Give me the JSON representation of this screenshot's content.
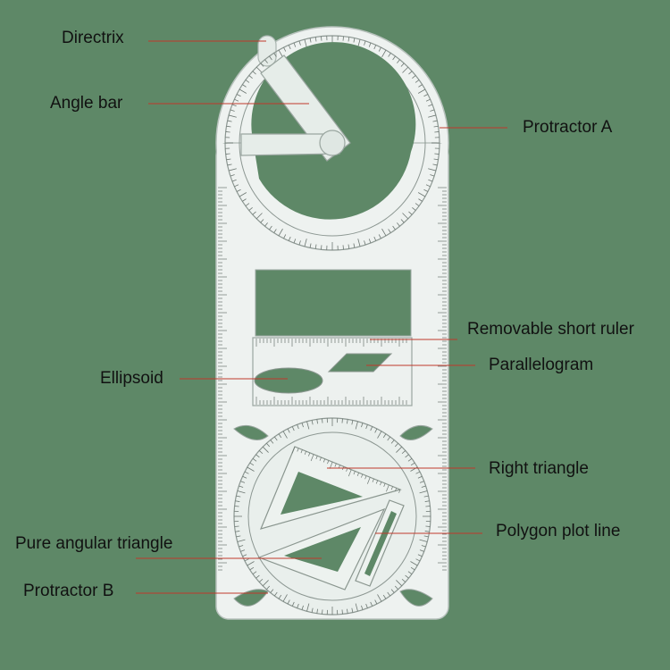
{
  "labels": {
    "directrix": "Directrix",
    "angle_bar": "Angle bar",
    "protractor_a": "Protractor A",
    "removable_short_ruler": "Removable short ruler",
    "parallelogram": "Parallelogram",
    "ellipsoid": "Ellipsoid",
    "right_triangle": "Right triangle",
    "polygon_plot_line": "Polygon plot line",
    "pure_angular_triangle": "Pure angular triangle",
    "protractor_b": "Protractor B"
  },
  "colors": {
    "background": "#5e8867",
    "leader_line": "#c0392b",
    "ruler_body": "#eef2f0",
    "ruler_edge": "#b8c2bd",
    "scale_marks": "#6d7772",
    "cutout": "#5e8867"
  }
}
